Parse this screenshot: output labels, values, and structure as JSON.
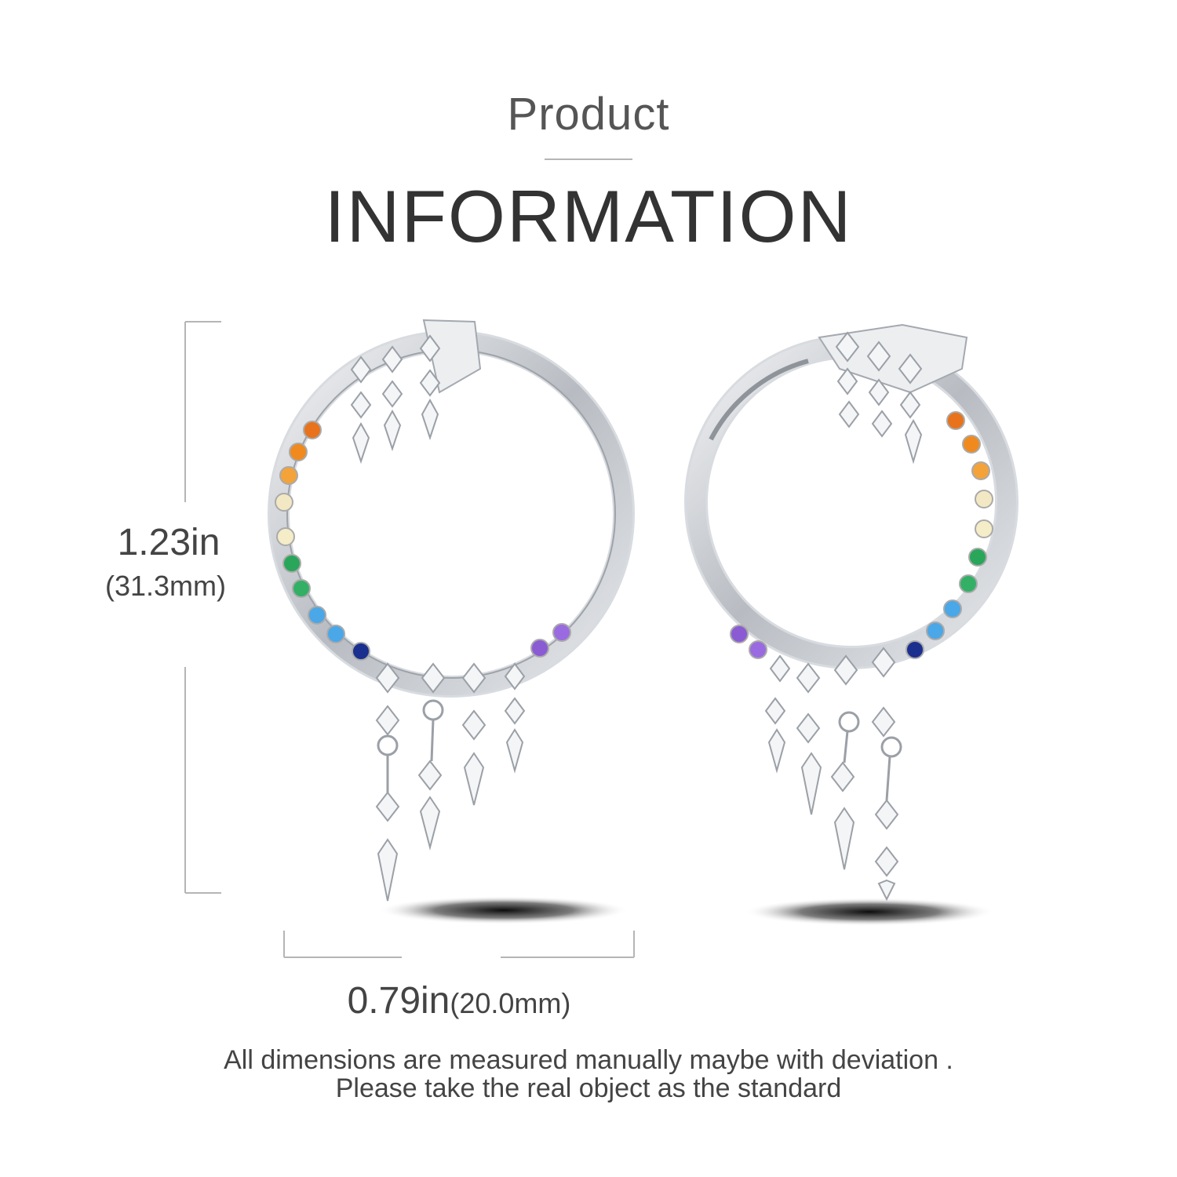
{
  "header": {
    "subtitle": "Product",
    "title": "INFORMATION"
  },
  "dimensions": {
    "height_in": "1.23in",
    "height_mm": "(31.3mm)",
    "width_in": "0.79in",
    "width_mm": "(20.0mm)"
  },
  "notes": {
    "line1": "All dimensions are measured manually maybe with deviation .",
    "line2": "Please take the real object as the standard"
  },
  "colors": {
    "text": "#444444",
    "line": "#b5b5b5",
    "silver": "#c9ccd1",
    "gems": [
      "#e8731c",
      "#f08a1e",
      "#f3a33a",
      "#f3e8c4",
      "#f5ecc8",
      "#2aa65a",
      "#34b066",
      "#4aa7e8",
      "#4aa7e8",
      "#1b2f8f",
      "#8b5bd4",
      "#9a6be0"
    ]
  }
}
